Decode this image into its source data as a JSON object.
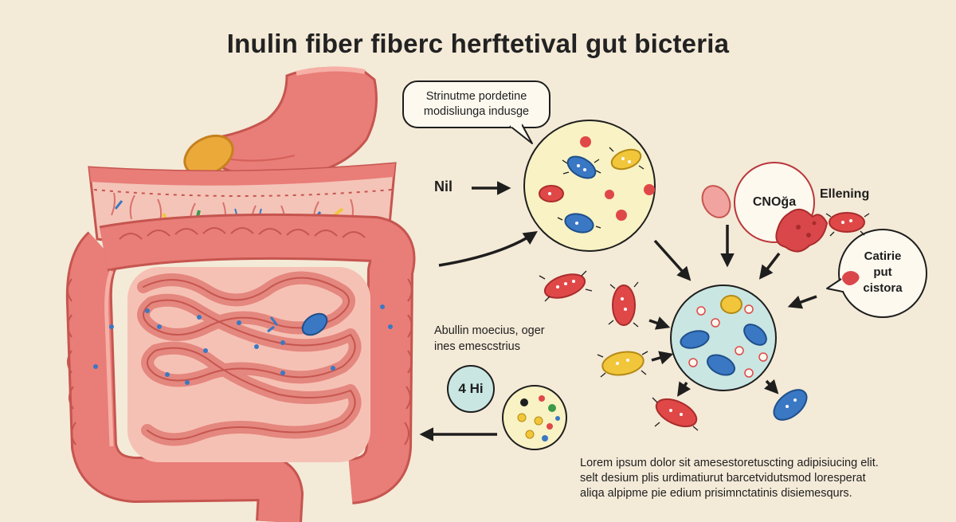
{
  "title": "Inulin fiber fiberc herftetival gut bicteria",
  "callout_top": {
    "line1": "Strinutme pordetine",
    "line2": "modisliunga indusge"
  },
  "label_nil": "Nil",
  "label_cnoga": "CNOğa",
  "label_ellening": "Ellening",
  "callout_right": {
    "line1": "Catirie",
    "line2": "put",
    "line3": "cistora"
  },
  "label_abullin": {
    "line1": "Abullin moecius, oger",
    "line2": "ines emescstrius"
  },
  "label_4hi": "4 Hi",
  "paragraph": {
    "line1": "Lorem ipsum dolor sit amesestoretuscting adipisiucing elit.",
    "line2": "selt desium plis urdimatiurut barcetvidutsmod loresperat",
    "line3": "aliqa alpipme pie edium prisimnctatinis disiemesqurs."
  },
  "colors": {
    "background": "#f4ead8",
    "intestine": "#e97d78",
    "intestine_dark": "#c6554f",
    "bacteria_red": "#e04848",
    "bacteria_blue": "#3a78c4",
    "bacteria_yellow": "#f2c63a",
    "circle_yellow": "#f8f2c4",
    "circle_teal": "#c9e6e2",
    "callout_border": "#b9363a"
  }
}
